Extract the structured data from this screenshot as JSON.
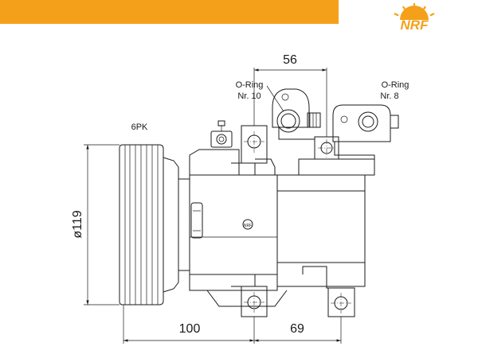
{
  "header": {
    "brand_color": "#f5a01a",
    "logo_text": "NRF",
    "logo_icon": "nrf-sun-icon"
  },
  "annotations": {
    "oring_left_line1": "O-Ring",
    "oring_left_line2": "Nr. 10",
    "oring_right_line1": "O-Ring",
    "oring_right_line2": "Nr. 8",
    "belt_label": "6PK"
  },
  "dimensions": {
    "top_width": "56",
    "pulley_diameter": "ø119",
    "bottom_left": "100",
    "bottom_right": "69"
  }
}
